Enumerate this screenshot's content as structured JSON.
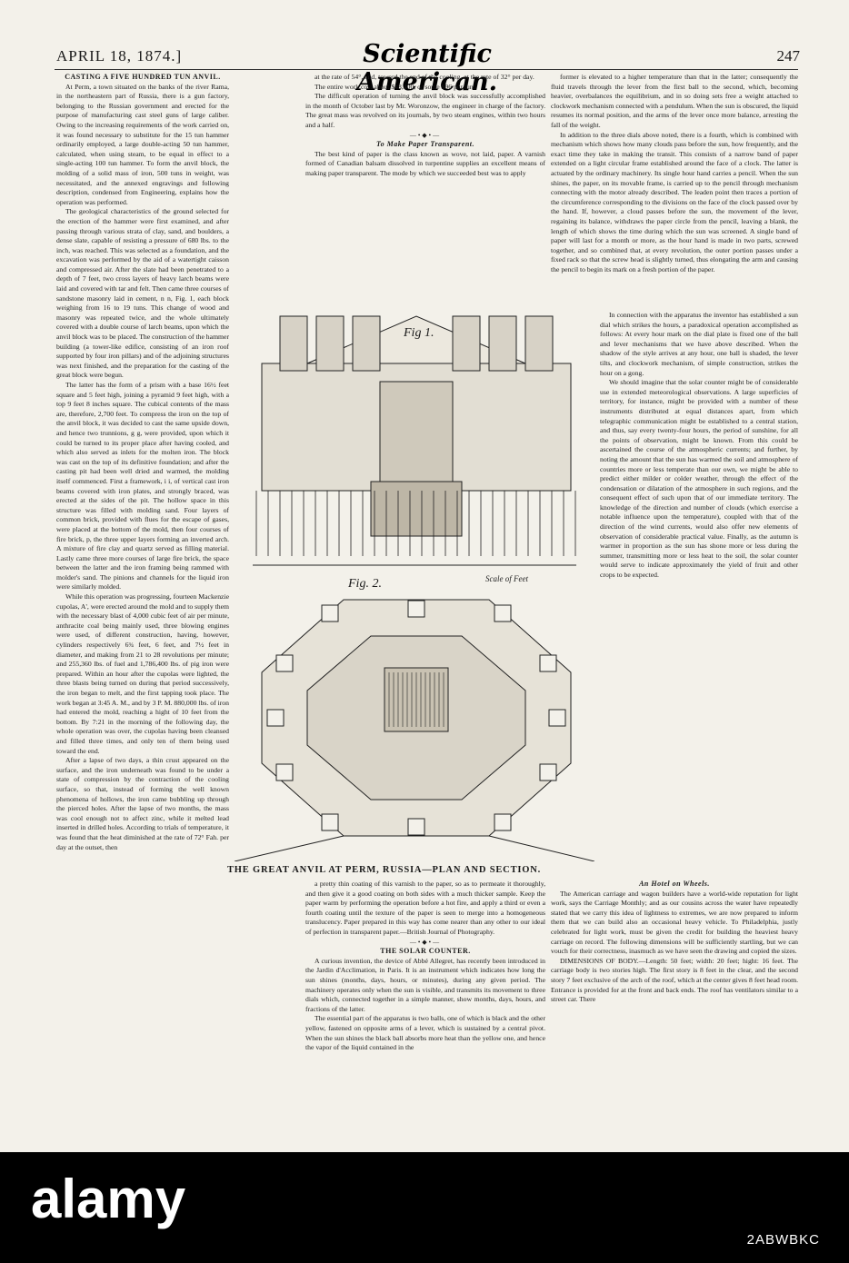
{
  "header": {
    "date": "APRIL 18, 1874.]",
    "masthead": "Scientific American.",
    "page_number": "247"
  },
  "figure": {
    "fig1_label": "Fig 1.",
    "fig2_label": "Fig. 2.",
    "scale_label": "Scale of Feet",
    "caption": "THE GREAT ANVIL AT PERM, RUSSIA—PLAN AND SECTION."
  },
  "articles": {
    "anvil": {
      "title": "CASTING A FIVE HUNDRED TUN ANVIL.",
      "p1": "At Perm, a town situated on the banks of the river Rama, in the northeastern part of Russia, there is a gun factory, belonging to the Russian government and erected for the purpose of manufacturing cast steel guns of large caliber. Owing to the increasing requirements of the work carried on, it was found necessary to substitute for the 15 tun hammer ordinarily employed, a large double-acting 50 tun hammer, calculated, when using steam, to be equal in effect to a single-acting 100 tun hammer. To form the anvil block, the molding of a solid mass of iron, 500 tuns in weight, was necessitated, and the annexed engravings and following description, condensed from Engineering, explains how the operation was performed.",
      "p2": "The geological characteristics of the ground selected for the erection of the hammer were first examined, and after passing through various strata of clay, sand, and boulders, a dense slate, capable of resisting a pressure of 680 lbs. to the inch, was reached. This was selected as a foundation, and the excavation was performed by the aid of a watertight caisson and compressed air. After the slate had been penetrated to a depth of 7 feet, two cross layers of heavy larch beams were laid and covered with tar and felt. Then came three courses of sandstone masonry laid in cement, n n, Fig. 1, each block weighing from 16 to 19 tuns. This change of wood and masonry was repeated twice, and the whole ultimately covered with a double course of larch beams, upon which the anvil block was to be placed. The construction of the hammer building (a tower-like edifice, consisting of an iron roof supported by four iron pillars) and of the adjoining structures was next finished, and the preparation for the casting of the great block were begun.",
      "p3": "The latter has the form of a prism with a base 16½ feet square and 5 feet high, joining a pyramid 9 feet high, with a top 9 feet 8 inches square. The cubical contents of the mass are, therefore, 2,700 feet. To compress the iron on the top of the anvil block, it was decided to cast the same upside down, and hence two trunnions, g g, were provided, upon which it could be turned to its proper place after having cooled, and which also served as inlets for the molten iron. The block was cast on the top of its definitive foundation; and after the casting pit had been well dried and warmed, the molding itself commenced. First a framework, i i, of vertical cast iron beams covered with iron plates, and strongly braced, was erected at the sides of the pit. The hollow space in this structure was filled with molding sand. Four layers of common brick, provided with flues for the escape of gases, were placed at the bottom of the mold, then four courses of fire brick, p, the three upper layers forming an inverted arch. A mixture of fire clay and quartz served as filling material. Lastly came three more courses of large fire brick, the space between the latter and the iron framing being rammed with molder's sand. The pinions and channels for the liquid iron were similarly molded.",
      "p4": "While this operation was progressing, fourteen Mackenzie cupolas, A', were erected around the mold and to supply them with the necessary blast of 4,000 cubic feet of air per minute, anthracite coal being mainly used, three blowing engines were used, of different construction, having, however, cylinders respectively 6¾ feet, 6 feet, and 7½ feet in diameter, and making from 21 to 28 revolutions per minute; and 255,360 lbs. of fuel and 1,786,400 lbs. of pig iron were prepared. Within an hour after the cupolas were lighted, the three blasts being turned on during that period successively, the iron began to melt, and the first tapping took place. The work began at 3:45 A. M., and by 3 P. M. 880,000 lbs. of iron had entered the mold, reaching a hight of 10 feet from the bottom. By 7:21 in the morning of the following day, the whole operation was over, the cupolas having been cleansed and filled three times, and only ten of them being used toward the end.",
      "p5": "After a lapse of two days, a thin crust appeared on the surface, and the iron underneath was found to be under a state of compression by the contraction of the cooling surface, so that, instead of forming the well known phenomena of hollows, the iron came bubbling up through the pierced holes. After the lapse of two months, the mass was cool enough not to affect zinc, while it melted lead inserted in drilled holes. According to trials of temperature, it was found that the heat diminished at the rate of 72° Fah. per day at the outset, then",
      "p6": "at the rate of 54°, and, toward the end of the cooling, at the rate of 32° per day.",
      "p7": "The entire work cost about $48,400, or some $96 per tun.",
      "p8": "The difficult operation of turning the anvil block was successfully accomplished in the month of October last by Mr. Woronzow, the engineer in charge of the factory. The great mass was revolved on its journals, by two steam engines, within two hours and a half."
    },
    "paper": {
      "title": "To Make Paper Transparent.",
      "p1": "The best kind of paper is the class known as wove, not laid, paper. A varnish formed of Canadian balsam dissolved in turpentine supplies an excellent means of making paper transparent. The mode by which we succeeded best was to apply",
      "p2": "a pretty thin coating of this varnish to the paper, so as to permeate it thoroughly, and then give it a good coating on both sides with a much thicker sample. Keep the paper warm by performing the operation before a hot fire, and apply a third or even a fourth coating until the texture of the paper is seen to merge into a homogeneous translucency. Paper prepared in this way has come nearer than any other to our ideal of perfection in transparent paper.—British Journal of Photography."
    },
    "solar": {
      "title": "THE SOLAR COUNTER.",
      "p1": "A curious invention, the device of Abbé Allegret, has recently been introduced in the Jardin d'Acclimation, in Paris. It is an instrument which indicates how long the sun shines (months, days, hours, or minutes), during any given period. The machinery operates only when the sun is visible, and transmits its movement to three dials which, connected together in a simple manner, show months, days, hours, and fractions of the latter.",
      "p2": "The essential part of the apparatus is two balls, one of which is black and the other yellow, fastened on opposite arms of a lever, which is sustained by a central pivot. When the sun shines the black ball absorbs more heat than the yellow one, and hence the vapor of the liquid contained in the",
      "p3": "former is elevated to a higher temperature than that in the latter; consequently the fluid travels through the lever from the first ball to the second, which, becoming heavier, overbalances the equilibrium, and in so doing sets free a weight attached to clockwork mechanism connected with a pendulum. When the sun is obscured, the liquid resumes its normal position, and the arms of the lever once more balance, arresting the fall of the weight.",
      "p4": "In addition to the three dials above noted, there is a fourth, which is combined with mechanism which shows how many clouds pass before the sun, how frequently, and the exact time they take in making the transit. This consists of a narrow band of paper extended on a light circular frame established around the face of a clock. The latter is actuated by the ordinary machinery. Its single hour hand carries a pencil. When the sun shines, the paper, on its movable frame, is carried up to the pencil through mechanism connecting with the motor already described. The leaden point then traces a portion of the circumference corresponding to the divisions on the face of the clock passed over by the hand. If, however, a cloud passes before the sun, the movement of the lever, regaining its balance, withdraws the paper circle from the pencil, leaving a blank, the length of which shows the time during which the sun was screened. A single band of paper will last for a month or more, as the hour hand is made in two parts, screwed together, and so combined that, at every revolution, the outer portion passes under a fixed rack so that the screw head is slightly turned, thus elongating the arm and causing the pencil to begin its mark on a fresh portion of the paper.",
      "p5": "In connection with the apparatus the inventor has established a sun dial which strikes the hours, a paradoxical operation accomplished as follows: At every hour mark on the dial plate is fixed one of the ball and lever mechanisms that we have above described. When the shadow of the style arrives at any hour, one ball is shaded, the lever tilts, and clockwork mechanism, of simple construction, strikes the hour on a gong.",
      "p6": "We should imagine that the solar counter might be of considerable use in extended meteorological observations. A large superficies of territory, for instance, might be provided with a number of these instruments distributed at equal distances apart, from which telegraphic communication might be established to a central station, and thus, say every twenty-four hours, the period of sunshine, for all the points of observation, might be known. From this could be ascertained the course of the atmospheric currents; and further, by noting the amount that the sun has warmed the soil and atmosphere of countries more or less temperate than our own, we might be able to predict either milder or colder weather, through the effect of the condensation or dilatation of the atmosphere in such regions, and the consequent effect of such upon that of our immediate territory. The knowledge of the direction and number of clouds (which exercise a notable influence upon the temperature), coupled with that of the direction of the wind currents, would also offer new elements of observation of considerable practical value. Finally, as the autumn is warmer in proportion as the sun has shone more or less during the summer, transmitting more or less heat to the soil, the solar counter would serve to indicate approximately the yield of fruit and other crops to be expected."
    },
    "hotel": {
      "title": "An Hotel on Wheels.",
      "p1": "The American carriage and wagon builders have a world-wide reputation for light work, says the Carriage Monthly; and as our cousins across the water have repeatedly stated that we carry this idea of lightness to extremes, we are now prepared to inform them that we can build also an occasional heavy vehicle. To Philadelphia, justly celebrated for light work, must be given the credit for building the heaviest heavy carriage on record. The following dimensions will be sufficiently startling, but we can vouch for their correctness, inasmuch as we have seen the drawing and copied the sizes.",
      "p2": "DIMENSIONS OF BODY.—Length: 50 feet; width: 20 feet; hight: 16 feet. The carriage body is two stories high. The first story is 8 feet in the clear, and the second story 7 feet exclusive of the arch of the roof, which at the center gives 8 feet head room. Entrance is provided for at the front and back ends. The roof has ventilators similar to a street car. There"
    }
  },
  "banner": {
    "logo": "alamy",
    "reference": "2ABWBKC"
  }
}
